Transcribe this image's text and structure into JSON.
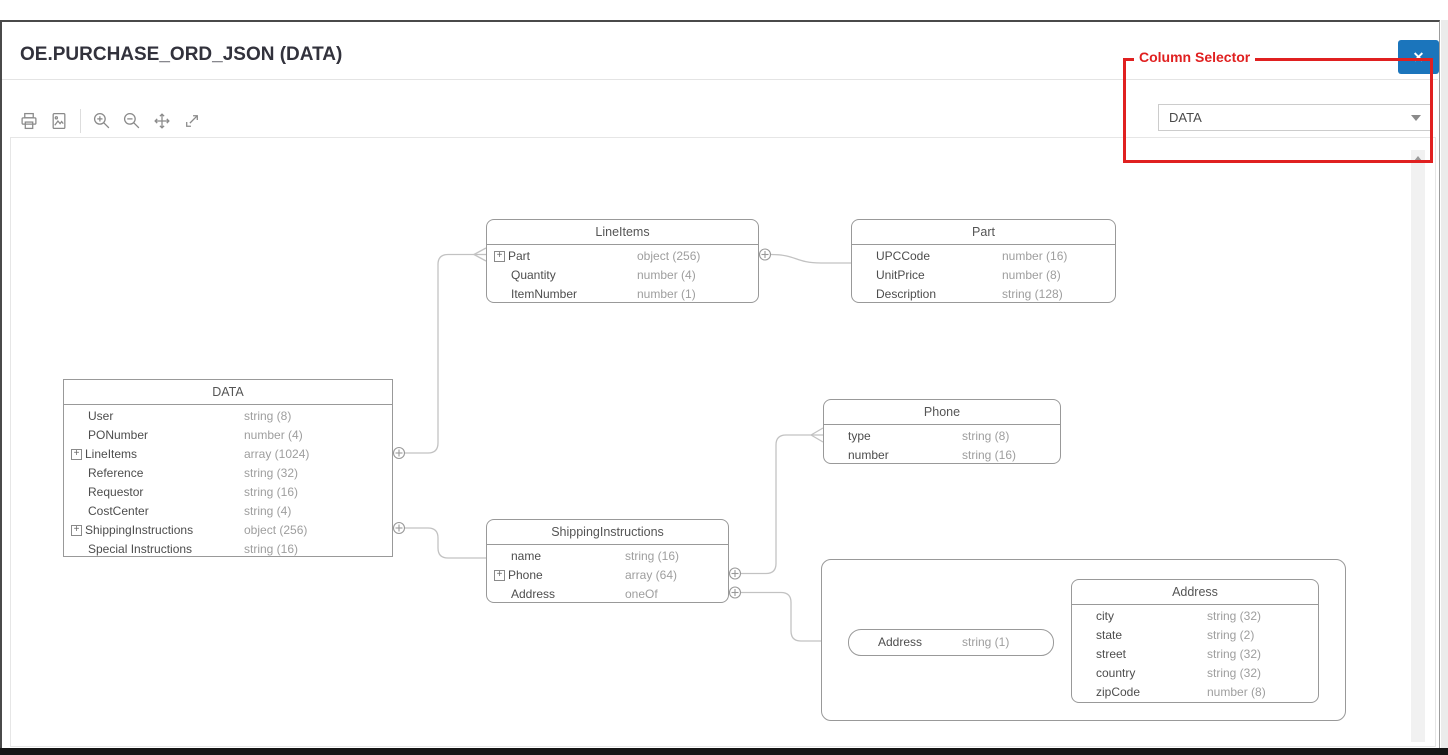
{
  "dialog": {
    "title": "OE.PURCHASE_ORD_JSON (DATA)"
  },
  "toolbar": {
    "icons": [
      {
        "name": "print-icon"
      },
      {
        "name": "export-image-icon"
      },
      {
        "name": "zoom-in-icon"
      },
      {
        "name": "zoom-out-icon"
      },
      {
        "name": "pan-icon"
      },
      {
        "name": "expand-icon"
      }
    ]
  },
  "column_selector": {
    "annotation_label": "Column Selector",
    "value": "DATA",
    "accent_color": "#e02020"
  },
  "close_button": {
    "glyph": "✕",
    "color": "#1b75bc"
  },
  "icons": {
    "expand_glyph": "+"
  },
  "diagram": {
    "entities": [
      {
        "id": "data",
        "title": "DATA",
        "rows": [
          {
            "name": "User",
            "type": "string (8)"
          },
          {
            "name": "PONumber",
            "type": "number (4)"
          },
          {
            "name": "LineItems",
            "type": "array (1024)",
            "expandable": true,
            "port": true
          },
          {
            "name": "Reference",
            "type": "string (32)"
          },
          {
            "name": "Requestor",
            "type": "string (16)"
          },
          {
            "name": "CostCenter",
            "type": "string (4)"
          },
          {
            "name": "ShippingInstructions",
            "type": "object (256)",
            "expandable": true,
            "port": true
          },
          {
            "name": "Special Instructions",
            "type": "string (16)"
          }
        ]
      },
      {
        "id": "lineitems",
        "title": "LineItems",
        "rows": [
          {
            "name": "Part",
            "type": "object (256)",
            "expandable": true,
            "port": true
          },
          {
            "name": "Quantity",
            "type": "number (4)"
          },
          {
            "name": "ItemNumber",
            "type": "number (1)"
          }
        ]
      },
      {
        "id": "part",
        "title": "Part",
        "rows": [
          {
            "name": "UPCCode",
            "type": "number (16)"
          },
          {
            "name": "UnitPrice",
            "type": "number (8)"
          },
          {
            "name": "Description",
            "type": "string (128)"
          }
        ]
      },
      {
        "id": "phone",
        "title": "Phone",
        "rows": [
          {
            "name": "type",
            "type": "string (8)"
          },
          {
            "name": "number",
            "type": "string (16)"
          }
        ]
      },
      {
        "id": "shipping",
        "title": "ShippingInstructions",
        "rows": [
          {
            "name": "name",
            "type": "string (16)"
          },
          {
            "name": "Phone",
            "type": "array (64)",
            "expandable": true,
            "port": true
          },
          {
            "name": "Address",
            "type": "oneOf",
            "port": true
          }
        ]
      },
      {
        "id": "address_pill",
        "title": "",
        "rows": [
          {
            "name": "Address",
            "type": "string (1)"
          }
        ]
      },
      {
        "id": "address_table",
        "title": "Address",
        "rows": [
          {
            "name": "city",
            "type": "string (32)"
          },
          {
            "name": "state",
            "type": "string (2)"
          },
          {
            "name": "street",
            "type": "string (32)"
          },
          {
            "name": "country",
            "type": "string (32)"
          },
          {
            "name": "zipCode",
            "type": "number (8)"
          }
        ]
      }
    ]
  }
}
